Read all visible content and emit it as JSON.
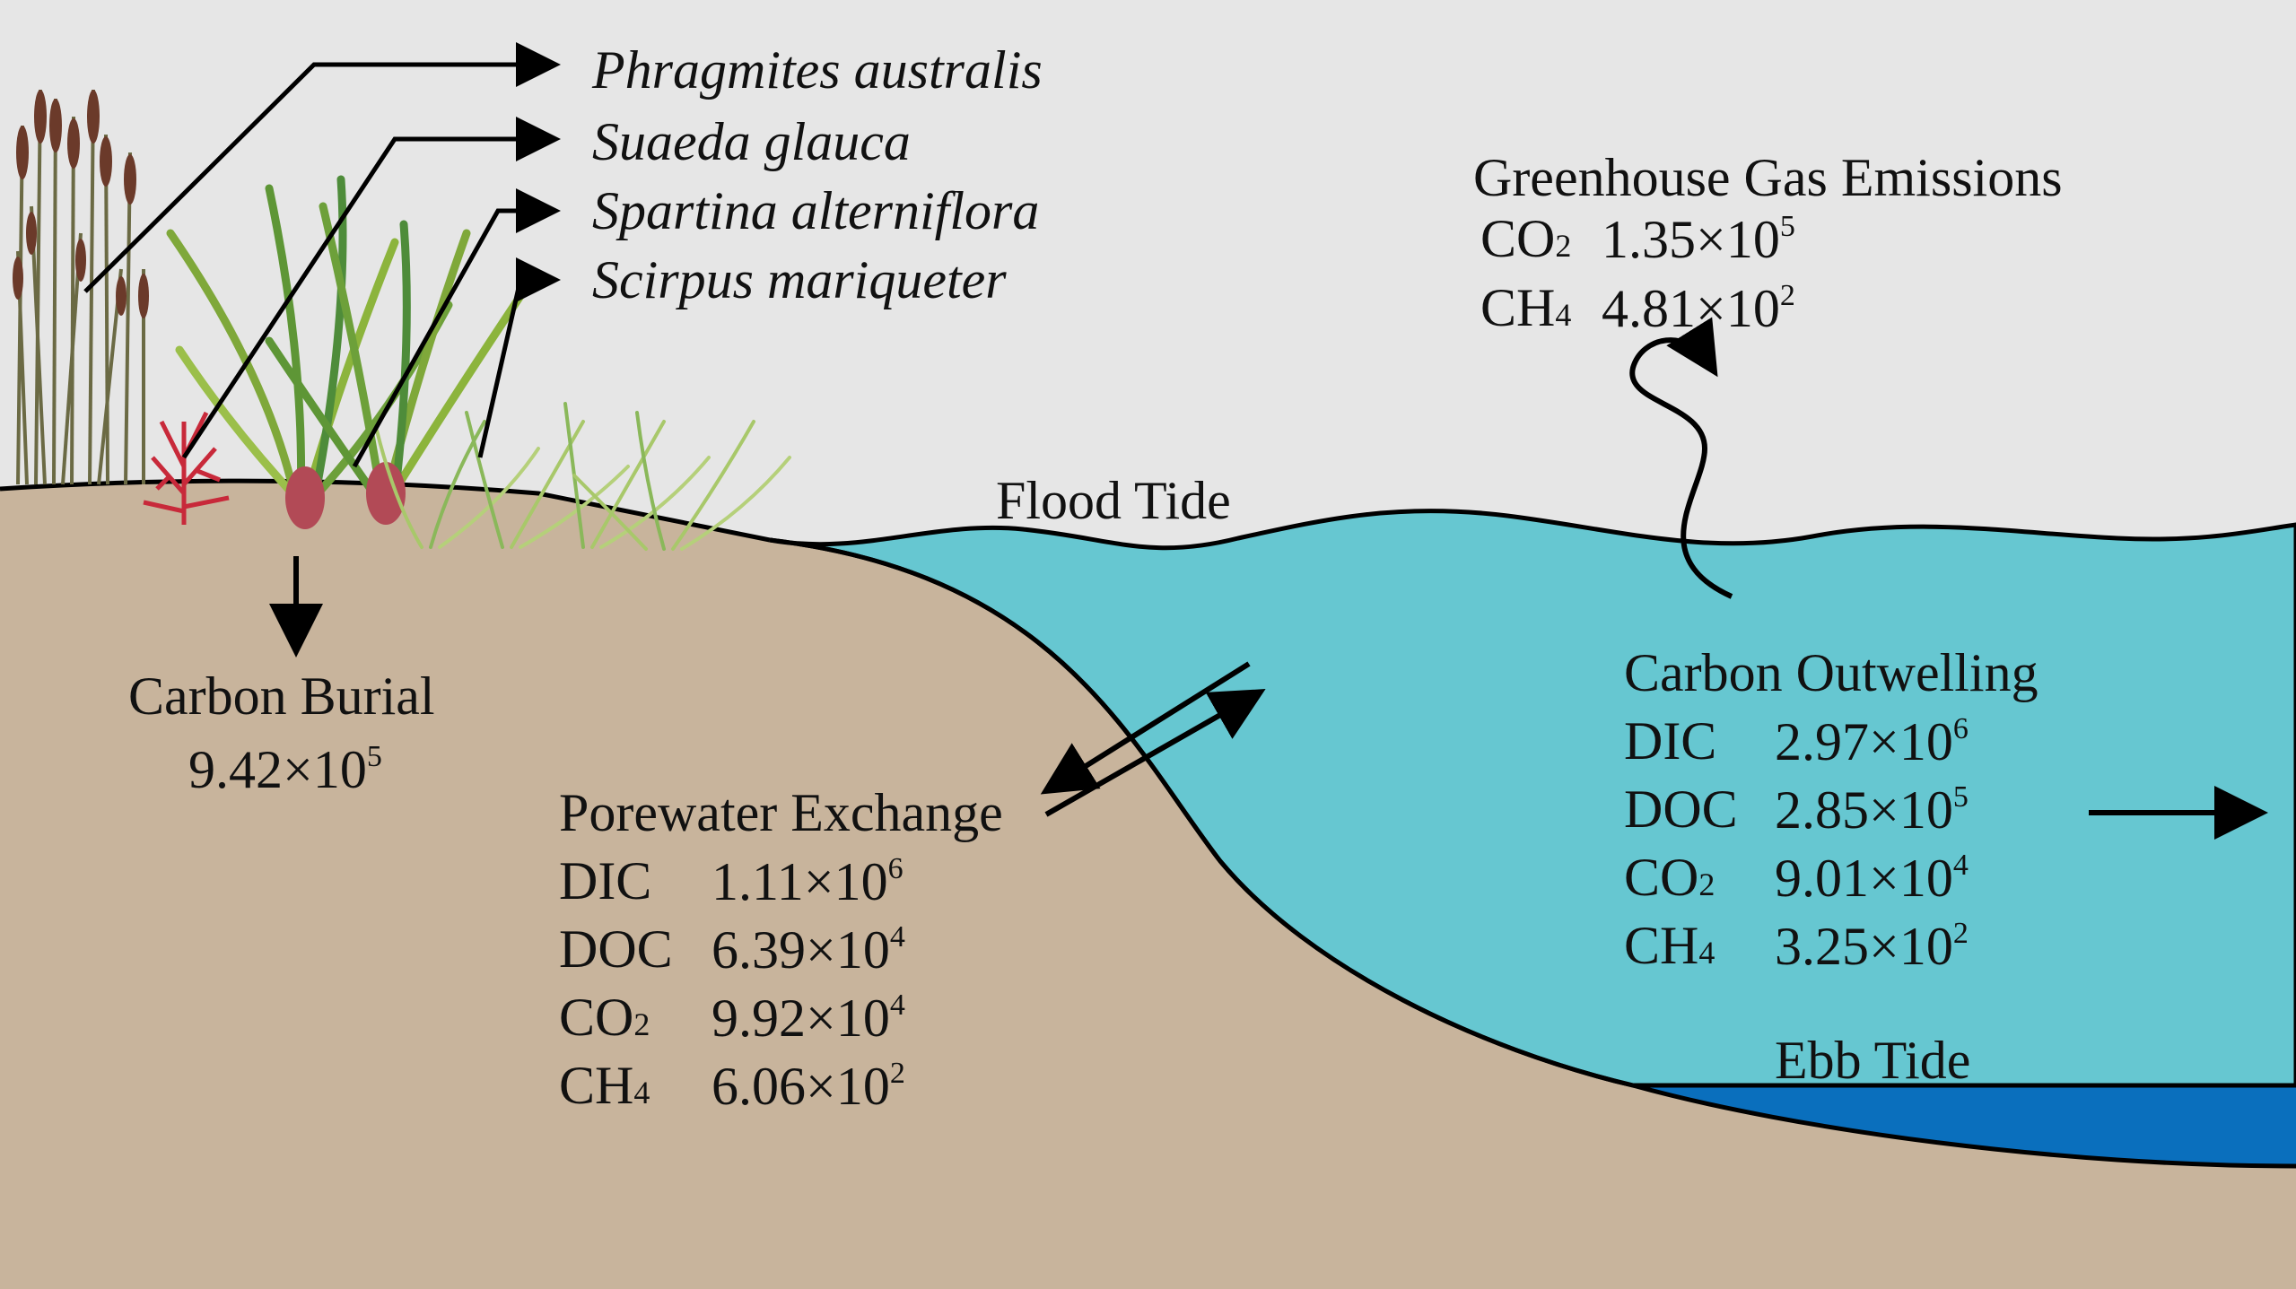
{
  "species": [
    "Phragmites australis",
    "Suaeda glauca",
    "Spartina alterniflora",
    "Scirpus mariqueter"
  ],
  "flood_tide": "Flood Tide",
  "ebb_tide": "Ebb Tide",
  "carbon_burial": {
    "title": "Carbon Burial",
    "value": "9.42×10",
    "exp": "5"
  },
  "greenhouse": {
    "title": "Greenhouse Gas Emissions",
    "rows": [
      {
        "base": "CO",
        "sub": "2",
        "value": "1.35×10",
        "exp": "5"
      },
      {
        "base": "CH",
        "sub": "4",
        "value": "4.81×10",
        "exp": "2"
      }
    ]
  },
  "porewater": {
    "title": "Porewater Exchange",
    "rows": [
      {
        "base": "DIC",
        "sub": "",
        "value": "1.11×10",
        "exp": "6"
      },
      {
        "base": "DOC",
        "sub": "",
        "value": "6.39×10",
        "exp": "4"
      },
      {
        "base": "CO",
        "sub": "2",
        "value": "9.92×10",
        "exp": "4"
      },
      {
        "base": "CH",
        "sub": "4",
        "value": "6.06×10",
        "exp": "2"
      }
    ]
  },
  "outwelling": {
    "title": "Carbon Outwelling",
    "rows": [
      {
        "base": "DIC",
        "sub": "",
        "value": "2.97×10",
        "exp": "6"
      },
      {
        "base": "DOC",
        "sub": "",
        "value": "2.85×10",
        "exp": "5"
      },
      {
        "base": "CO",
        "sub": "2",
        "value": "9.01×10",
        "exp": "4"
      },
      {
        "base": "CH",
        "sub": "4",
        "value": "3.25×10",
        "exp": "2"
      }
    ]
  },
  "colors": {
    "sky": "#e6e6e6",
    "soil": "#c8b49c",
    "flood_water": "#66c7d1",
    "ebb_water": "#0a6fbd",
    "line": "#000000"
  }
}
